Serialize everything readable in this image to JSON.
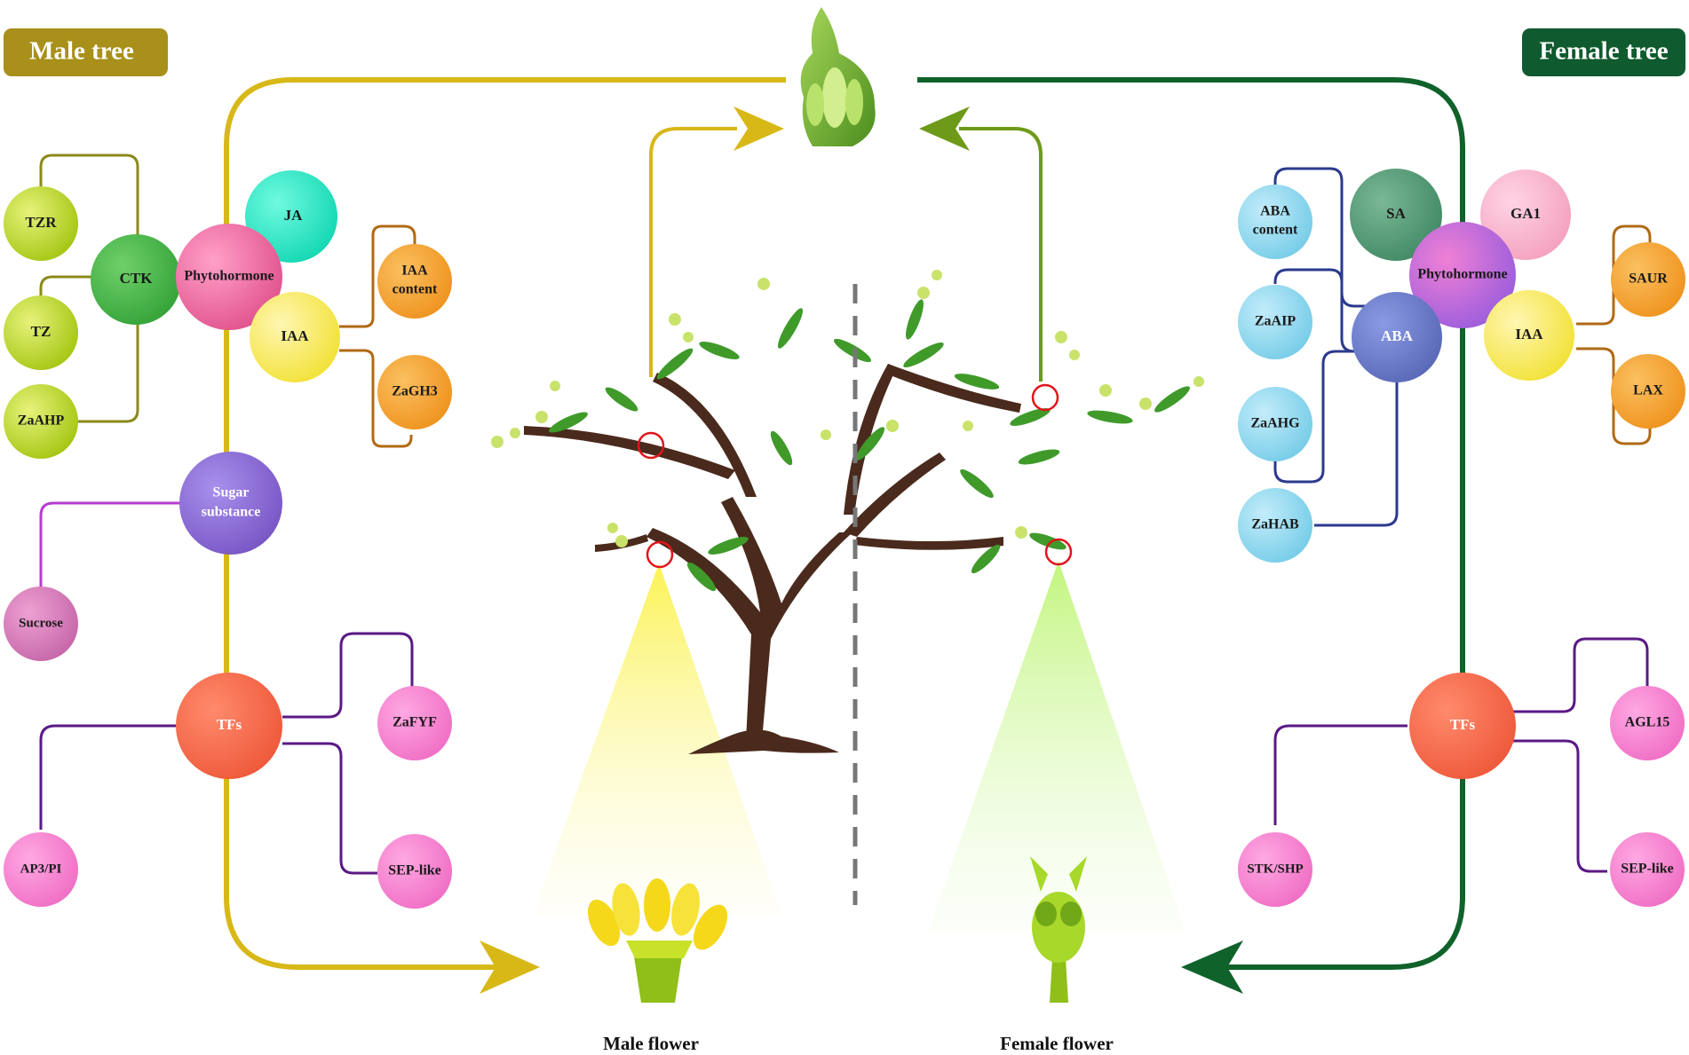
{
  "labels": {
    "male_tree": "Male tree",
    "female_tree": "Female tree",
    "male_flower": "Male flower",
    "female_flower": "Female flower"
  },
  "colors": {
    "male_tag": "#a8901a",
    "female_tag": "#0f5a2e",
    "male_path": "#d8b817",
    "female_path": "#10622b",
    "trunk": "#4a2a1c",
    "leaf": "#3f9a2a"
  },
  "male": {
    "nodes": {
      "tzr": "TZR",
      "ctk": "CTK",
      "tz": "TZ",
      "zaahp": "ZaAHP",
      "phytohormone": "Phytohormone",
      "ja": "JA",
      "iaa": "IAA",
      "iaa_content": [
        "IAA",
        "content"
      ],
      "zagh3": "ZaGH3",
      "sugar_substance": [
        "Sugar",
        "substance"
      ],
      "sucrose": "Sucrose",
      "tfs": "TFs",
      "zafyf": "ZaFYF",
      "ap3_pi": "AP3/PI",
      "sep_like": "SEP-like"
    }
  },
  "female": {
    "nodes": {
      "aba_content": [
        "ABA",
        "content"
      ],
      "sa": "SA",
      "ga1": "GA1",
      "phytohormone": "Phytohormone",
      "zaaip": "ZaAIP",
      "aba": "ABA",
      "iaa": "IAA",
      "saur": "SAUR",
      "lax": "LAX",
      "zaahg": "ZaAHG",
      "zahab": "ZaHAB",
      "tfs": "TFs",
      "agl15": "AGL15",
      "stk_shp": "STK/SHP",
      "sep_like": "SEP-like"
    }
  }
}
